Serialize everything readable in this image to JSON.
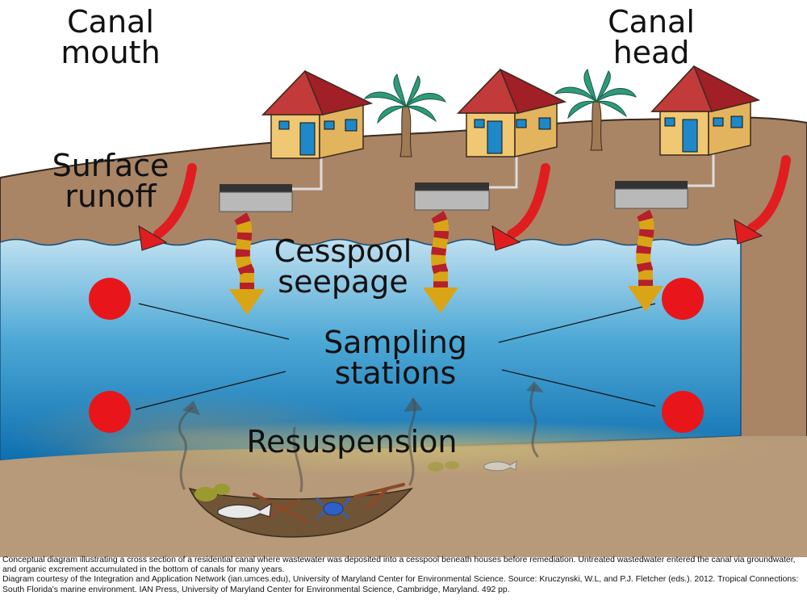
{
  "labels": {
    "canal_mouth_1": "Canal",
    "canal_mouth_2": "mouth",
    "canal_head_1": "Canal",
    "canal_head_2": "head",
    "surface_runoff_1": "Surface",
    "surface_runoff_2": "runoff",
    "cesspool_1": "Cesspool",
    "cesspool_2": "seepage",
    "sampling_1": "Sampling",
    "sampling_2": "stations",
    "resuspension": "Resuspension"
  },
  "caption": {
    "line1": "Conceptual diagram illustrating a cross section of a residential canal where wastewater was deposited into a cesspool beneath houses before remediation.  Untreated wastedwater entered the canal via groundwater, and organic excrement accumulated in the bottom of canals for many years.",
    "line2": "Diagram courtesy of the Integration and Application Network (ian.umces.edu), University of Maryland Center for Environmental Science.  Source:  Kruczynski, W.L, and P.J. Fletcher (eds.). 2012.  Tropical Connections: South Florida's marine environment.  IAN Press, University of Maryland Center for Environmental Science, Cambridge, Maryland. 492 pp."
  },
  "colors": {
    "land": "#a98566",
    "water_top": "#b9dbee",
    "water_bottom": "#0f76b6",
    "sediment": "#b8ad78",
    "station": "#e8161b",
    "runoff_arrow": "#e01e20",
    "seepage_gold": "#d9a516",
    "seepage_red": "#b5202a",
    "house_wall": "#f0c873",
    "house_roof": "#a11f27",
    "window": "#1e88c8"
  }
}
